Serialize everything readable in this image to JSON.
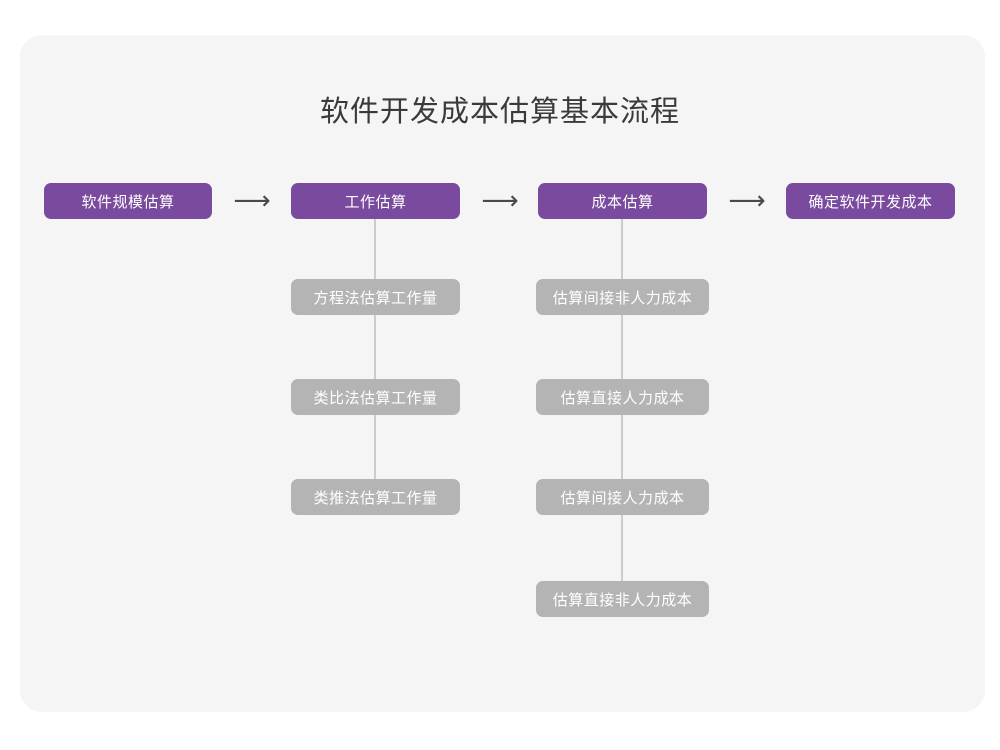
{
  "page": {
    "title": "软件开发成本估算基本流程",
    "card_bg": "#f5f5f5",
    "page_bg": "#ffffff",
    "title_color": "#3a3a3a"
  },
  "colors": {
    "stage": "#7a4a9e",
    "sub": "#b4b4b4",
    "connector": "#cccccc",
    "arrow": "#4a4a4a"
  },
  "flow": {
    "stages": [
      {
        "label": "软件规模估算"
      },
      {
        "label": "工作估算"
      },
      {
        "label": "成本估算"
      },
      {
        "label": "确定软件开发成本"
      }
    ],
    "arrows": [
      {
        "glyph": "⟶"
      },
      {
        "glyph": "⟶"
      },
      {
        "glyph": "⟶"
      }
    ],
    "branches": [
      {
        "parent": "工作估算",
        "items": [
          {
            "label": "方程法估算工作量"
          },
          {
            "label": "类比法估算工作量"
          },
          {
            "label": "类推法估算工作量"
          }
        ]
      },
      {
        "parent": "成本估算",
        "items": [
          {
            "label": "估算间接非人力成本"
          },
          {
            "label": "估算直接人力成本"
          },
          {
            "label": "估算间接人力成本"
          },
          {
            "label": "估算直接非人力成本"
          }
        ]
      }
    ]
  }
}
